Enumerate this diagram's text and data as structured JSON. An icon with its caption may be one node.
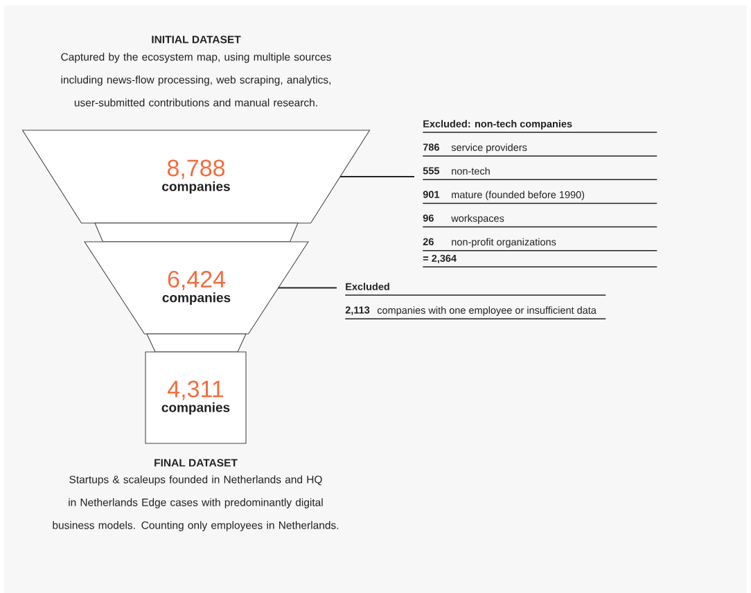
{
  "diagram": {
    "nodes": [
      {
        "text": [
          "8,788",
          "companies"
        ],
        "beside": [
          "INITIAL DATASET",
          "Captured by the ecosystem map, using multiple sources including news-flow processing, web scraping, analytics, user-submitted contributions and manual research."
        ]
      },
      {
        "text": [],
        "shape": "trapezoid"
      },
      {
        "text": [
          "6,424",
          "companies"
        ]
      },
      {
        "text": [],
        "shape": "trapezoid"
      },
      {
        "text": [
          "4,311",
          "companies"
        ],
        "beside": [
          "FINAL DATASET",
          "Startups & scaleups founded in Netherlands and HQ in Netherlands Edge cases with predominantly digital business models. Counting only employees in Netherlands."
        ]
      },
      {
        "text": [
          "Excluded: non-tech companies",
          "786",
          "service providers",
          "555",
          "non-tech",
          "901",
          "mature (founded before 1990)",
          "96",
          "workspaces",
          "26",
          "non-profit organizations",
          "= 2,364"
        ]
      },
      {
        "text": [
          "Excluded",
          "2,113",
          "companies with one employee or insufficient data"
        ]
      }
    ],
    "edges": [
      {
        "from": 0,
        "to": 5,
        "arrow": "none"
      },
      {
        "from": 2,
        "to": 6,
        "arrow": "none"
      }
    ]
  }
}
